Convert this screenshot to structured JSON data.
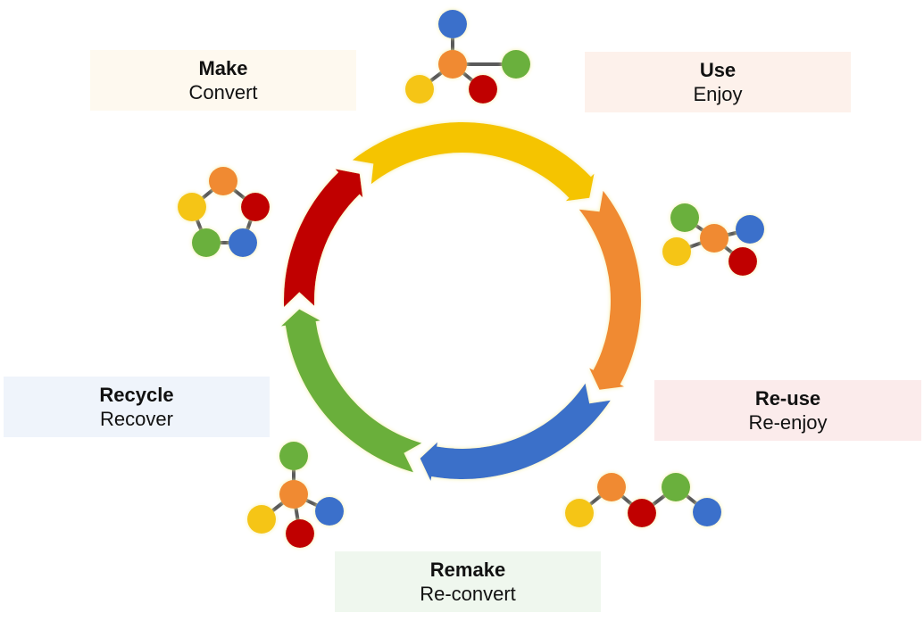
{
  "stages": [
    {
      "id": "make",
      "title": "Make",
      "subtitle": "Convert",
      "color": "#F5C400",
      "box_color": "#FEF9EF"
    },
    {
      "id": "use",
      "title": "Use",
      "subtitle": "Enjoy",
      "color": "#F08A30",
      "box_color": "#FDF1EB"
    },
    {
      "id": "reuse",
      "title": "Re-use",
      "subtitle": "Re-enjoy",
      "color": "#3B6FC9",
      "box_color": "#FBEBEB"
    },
    {
      "id": "remake",
      "title": "Remake",
      "subtitle": "Re-convert",
      "color": "#6BAF3A",
      "box_color": "#EFF7EE"
    },
    {
      "id": "recycle",
      "title": "Recycle",
      "subtitle": "Recover",
      "color": "#C00000",
      "box_color": "#EFF4FB"
    }
  ],
  "atom_colors": {
    "blue": "#3A6FCB",
    "orange": "#F08A30",
    "green": "#6BB03C",
    "red": "#C00000",
    "yellow": "#F5C518",
    "bond": "#5A5A5A"
  }
}
